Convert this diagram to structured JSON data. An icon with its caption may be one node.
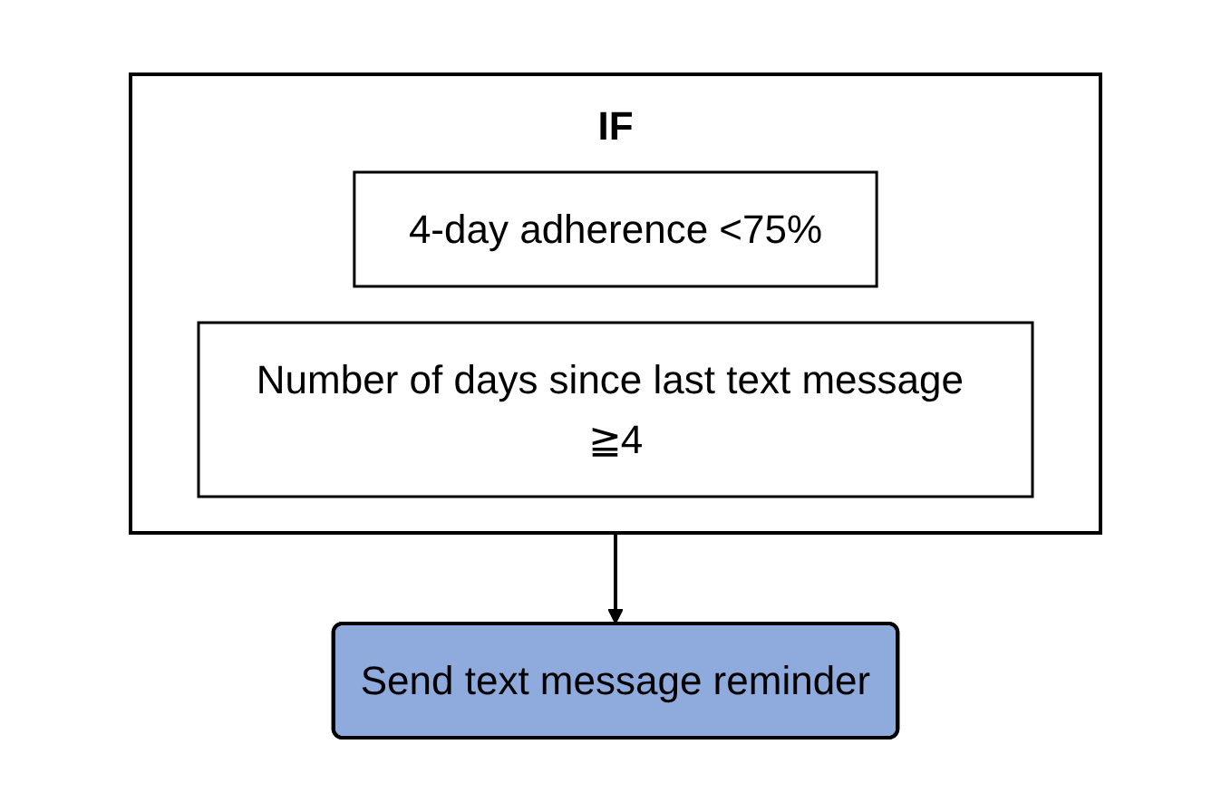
{
  "diagram": {
    "nodes": [
      {
        "text": [
          "IF"
        ]
      },
      {
        "text": [
          "4-day adherence <75%"
        ],
        "in": 0
      },
      {
        "text": [
          "Number of days since last text message ≧4"
        ],
        "in": 0
      },
      {
        "text": [
          "Send text message reminder"
        ]
      }
    ],
    "edges": [
      {
        "from": 0,
        "to": 3,
        "arrow": "to"
      }
    ]
  }
}
